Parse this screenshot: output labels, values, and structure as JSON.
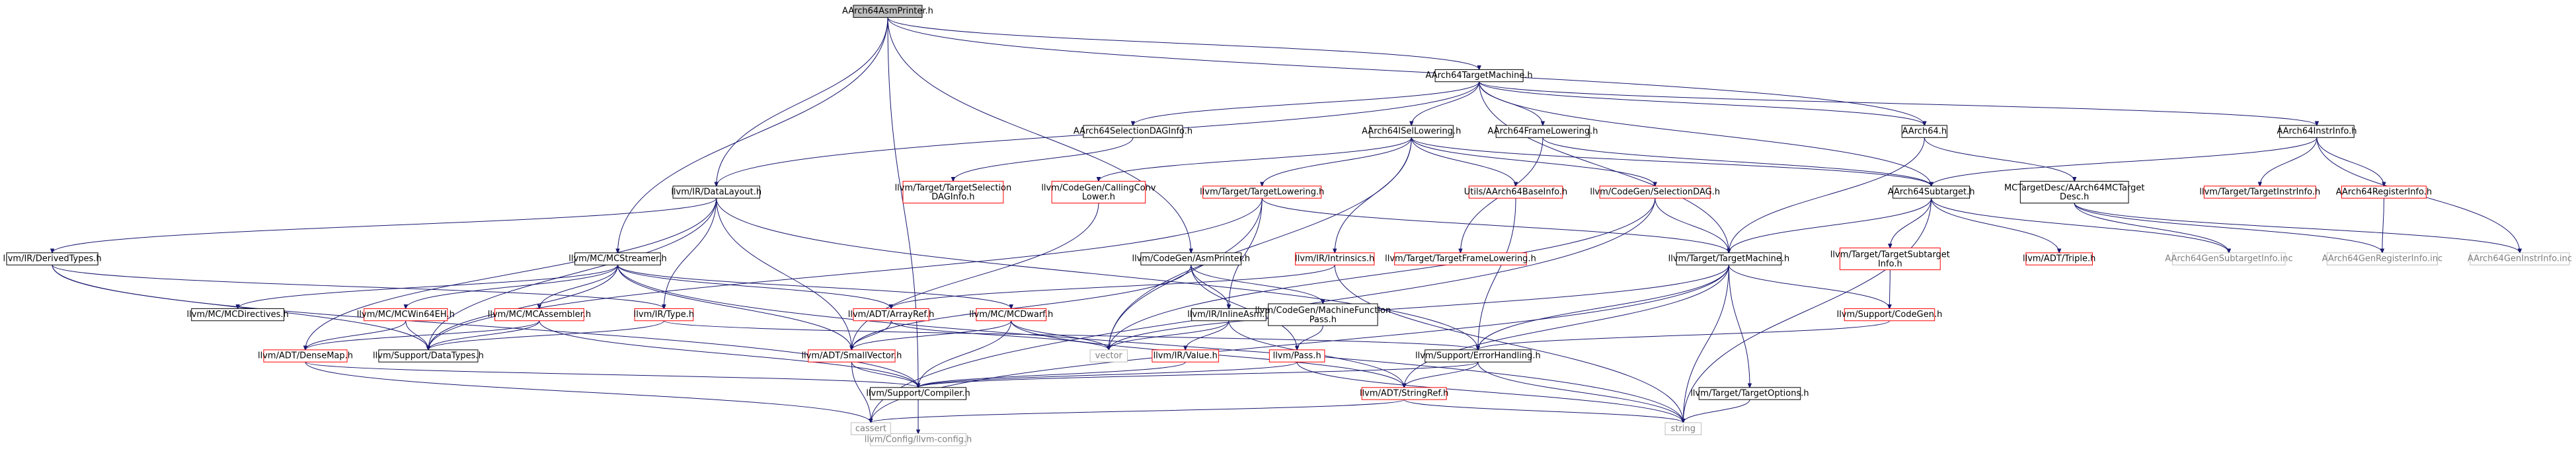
{
  "graph": {
    "colors": {
      "edge": "#191970",
      "normal_border": "#000000",
      "red_border": "#ff0000",
      "gray_border": "#bfbfbf",
      "root_fill": "#bfbfbf",
      "text": "#000000",
      "gray_text": "#808080"
    },
    "nodes": [
      {
        "id": "n0",
        "label": "AArch64AsmPrinter.h",
        "style": "root"
      },
      {
        "id": "n1",
        "label": "AArch64TargetMachine.h",
        "style": "normal"
      },
      {
        "id": "n2",
        "label": "AArch64SelectionDAGInfo.h",
        "style": "normal"
      },
      {
        "id": "n3",
        "label": "AArch64ISelLowering.h",
        "style": "normal"
      },
      {
        "id": "n4",
        "label": "AArch64FrameLowering.h",
        "style": "normal"
      },
      {
        "id": "n5",
        "label": "AArch64.h",
        "style": "normal"
      },
      {
        "id": "n6",
        "label": "AArch64InstrInfo.h",
        "style": "normal"
      },
      {
        "id": "n7",
        "label": "llvm/IR/DataLayout.h",
        "style": "normal"
      },
      {
        "id": "n8",
        "label": "llvm/Target/TargetSelection DAGInfo.h",
        "style": "red"
      },
      {
        "id": "n9",
        "label": "llvm/CodeGen/CallingConv Lower.h",
        "style": "red"
      },
      {
        "id": "n10",
        "label": "llvm/Target/TargetLowering.h",
        "style": "red"
      },
      {
        "id": "n11",
        "label": "Utils/AArch64BaseInfo.h",
        "style": "red"
      },
      {
        "id": "n12",
        "label": "llvm/CodeGen/SelectionDAG.h",
        "style": "red"
      },
      {
        "id": "n13",
        "label": "MCTargetDesc/AArch64MCTarget Desc.h",
        "style": "normal"
      },
      {
        "id": "n14",
        "label": "AArch64Subtarget.h",
        "style": "normal"
      },
      {
        "id": "n15",
        "label": "llvm/Target/TargetInstrInfo.h",
        "style": "red"
      },
      {
        "id": "n16",
        "label": "AArch64RegisterInfo.h",
        "style": "red"
      },
      {
        "id": "n17",
        "label": "llvm/IR/DerivedTypes.h",
        "style": "normal"
      },
      {
        "id": "n18",
        "label": "llvm/MC/MCStreamer.h",
        "style": "normal"
      },
      {
        "id": "n19",
        "label": "llvm/CodeGen/AsmPrinter.h",
        "style": "normal"
      },
      {
        "id": "n20",
        "label": "llvm/IR/Intrinsics.h",
        "style": "red"
      },
      {
        "id": "n21",
        "label": "llvm/Target/TargetFrameLowering.h",
        "style": "red"
      },
      {
        "id": "n22",
        "label": "llvm/Target/TargetMachine.h",
        "style": "normal"
      },
      {
        "id": "n23",
        "label": "llvm/Target/TargetSubtarget Info.h",
        "style": "red"
      },
      {
        "id": "n24",
        "label": "llvm/ADT/Triple.h",
        "style": "red"
      },
      {
        "id": "n25",
        "label": "AArch64GenSubtargetInfo.inc",
        "style": "gray"
      },
      {
        "id": "n26",
        "label": "AArch64GenRegisterInfo.inc",
        "style": "gray"
      },
      {
        "id": "n27",
        "label": "AArch64GenInstrInfo.inc",
        "style": "gray"
      },
      {
        "id": "n28",
        "label": "llvm/MC/MCDirectives.h",
        "style": "normal"
      },
      {
        "id": "n29",
        "label": "llvm/MC/MCWin64EH.h",
        "style": "red"
      },
      {
        "id": "n30",
        "label": "llvm/MC/MCAssembler.h",
        "style": "red"
      },
      {
        "id": "n31",
        "label": "llvm/IR/Type.h",
        "style": "red"
      },
      {
        "id": "n32",
        "label": "llvm/ADT/ArrayRef.h",
        "style": "red"
      },
      {
        "id": "n33",
        "label": "llvm/MC/MCDwarf.h",
        "style": "red"
      },
      {
        "id": "n34",
        "label": "llvm/IR/InlineAsm.h",
        "style": "normal"
      },
      {
        "id": "n35",
        "label": "llvm/CodeGen/MachineFunction Pass.h",
        "style": "normal"
      },
      {
        "id": "n36",
        "label": "llvm/Support/CodeGen.h",
        "style": "red"
      },
      {
        "id": "n37",
        "label": "llvm/ADT/DenseMap.h",
        "style": "red"
      },
      {
        "id": "n38",
        "label": "llvm/Support/DataTypes.h",
        "style": "normal"
      },
      {
        "id": "n39",
        "label": "llvm/ADT/SmallVector.h",
        "style": "red"
      },
      {
        "id": "n40",
        "label": "vector",
        "style": "gray"
      },
      {
        "id": "n41",
        "label": "llvm/IR/Value.h",
        "style": "red"
      },
      {
        "id": "n42",
        "label": "llvm/Pass.h",
        "style": "red"
      },
      {
        "id": "n43",
        "label": "llvm/Support/ErrorHandling.h",
        "style": "normal"
      },
      {
        "id": "n44",
        "label": "llvm/Support/Compiler.h",
        "style": "normal"
      },
      {
        "id": "n45",
        "label": "llvm/ADT/StringRef.h",
        "style": "red"
      },
      {
        "id": "n46",
        "label": "llvm/Target/TargetOptions.h",
        "style": "normal"
      },
      {
        "id": "n47",
        "label": "llvm/Config/llvm-config.h",
        "style": "gray"
      },
      {
        "id": "n48",
        "label": "cassert",
        "style": "gray"
      },
      {
        "id": "n49",
        "label": "string",
        "style": "gray"
      }
    ],
    "edges": [
      [
        "n0",
        "n1"
      ],
      [
        "n0",
        "n7"
      ],
      [
        "n0",
        "n18"
      ],
      [
        "n0",
        "n19"
      ],
      [
        "n0",
        "n5"
      ],
      [
        "n0",
        "n44"
      ],
      [
        "n1",
        "n2"
      ],
      [
        "n1",
        "n3"
      ],
      [
        "n1",
        "n4"
      ],
      [
        "n1",
        "n5"
      ],
      [
        "n1",
        "n6"
      ],
      [
        "n1",
        "n7"
      ],
      [
        "n1",
        "n14"
      ],
      [
        "n1",
        "n22"
      ],
      [
        "n2",
        "n8"
      ],
      [
        "n3",
        "n9"
      ],
      [
        "n3",
        "n10"
      ],
      [
        "n3",
        "n11"
      ],
      [
        "n3",
        "n12"
      ],
      [
        "n3",
        "n14"
      ],
      [
        "n3",
        "n20"
      ],
      [
        "n3",
        "n40"
      ],
      [
        "n4",
        "n21"
      ],
      [
        "n4",
        "n14"
      ],
      [
        "n5",
        "n13"
      ],
      [
        "n5",
        "n22"
      ],
      [
        "n6",
        "n15"
      ],
      [
        "n6",
        "n16"
      ],
      [
        "n6",
        "n27"
      ],
      [
        "n6",
        "n14"
      ],
      [
        "n7",
        "n17"
      ],
      [
        "n7",
        "n31"
      ],
      [
        "n7",
        "n37"
      ],
      [
        "n7",
        "n38"
      ],
      [
        "n7",
        "n39"
      ],
      [
        "n7",
        "n43"
      ],
      [
        "n9",
        "n39"
      ],
      [
        "n10",
        "n22"
      ],
      [
        "n10",
        "n34"
      ],
      [
        "n10",
        "n40"
      ],
      [
        "n10",
        "n38"
      ],
      [
        "n11",
        "n43"
      ],
      [
        "n12",
        "n22"
      ],
      [
        "n12",
        "n48"
      ],
      [
        "n12",
        "n40"
      ],
      [
        "n13",
        "n25"
      ],
      [
        "n13",
        "n26"
      ],
      [
        "n13",
        "n27"
      ],
      [
        "n14",
        "n22"
      ],
      [
        "n14",
        "n23"
      ],
      [
        "n14",
        "n24"
      ],
      [
        "n14",
        "n25"
      ],
      [
        "n14",
        "n49"
      ],
      [
        "n16",
        "n26"
      ],
      [
        "n17",
        "n31"
      ],
      [
        "n17",
        "n38"
      ],
      [
        "n17",
        "n44"
      ],
      [
        "n18",
        "n28"
      ],
      [
        "n18",
        "n29"
      ],
      [
        "n18",
        "n30"
      ],
      [
        "n18",
        "n32"
      ],
      [
        "n18",
        "n33"
      ],
      [
        "n18",
        "n38"
      ],
      [
        "n18",
        "n39"
      ],
      [
        "n18",
        "n49"
      ],
      [
        "n19",
        "n34"
      ],
      [
        "n19",
        "n35"
      ],
      [
        "n19",
        "n42"
      ],
      [
        "n19",
        "n39"
      ],
      [
        "n20",
        "n32"
      ],
      [
        "n20",
        "n49"
      ],
      [
        "n22",
        "n36"
      ],
      [
        "n22",
        "n43"
      ],
      [
        "n22",
        "n45"
      ],
      [
        "n22",
        "n46"
      ],
      [
        "n22",
        "n48"
      ],
      [
        "n22",
        "n49"
      ],
      [
        "n22",
        "n40"
      ],
      [
        "n23",
        "n36"
      ],
      [
        "n29",
        "n37"
      ],
      [
        "n29",
        "n38"
      ],
      [
        "n30",
        "n37"
      ],
      [
        "n30",
        "n38"
      ],
      [
        "n30",
        "n44"
      ],
      [
        "n31",
        "n38"
      ],
      [
        "n31",
        "n43"
      ],
      [
        "n32",
        "n39"
      ],
      [
        "n32",
        "n40"
      ],
      [
        "n33",
        "n39"
      ],
      [
        "n33",
        "n44"
      ],
      [
        "n33",
        "n40"
      ],
      [
        "n33",
        "n45"
      ],
      [
        "n34",
        "n41"
      ],
      [
        "n34",
        "n40"
      ],
      [
        "n34",
        "n45"
      ],
      [
        "n35",
        "n42"
      ],
      [
        "n36",
        "n43"
      ],
      [
        "n37",
        "n44"
      ],
      [
        "n37",
        "n48"
      ],
      [
        "n39",
        "n44"
      ],
      [
        "n39",
        "n48"
      ],
      [
        "n41",
        "n44"
      ],
      [
        "n42",
        "n44"
      ],
      [
        "n42",
        "n49"
      ],
      [
        "n43",
        "n44"
      ],
      [
        "n43",
        "n45"
      ],
      [
        "n43",
        "n49"
      ],
      [
        "n44",
        "n47"
      ],
      [
        "n45",
        "n48"
      ],
      [
        "n45",
        "n49"
      ],
      [
        "n46",
        "n49"
      ]
    ]
  }
}
